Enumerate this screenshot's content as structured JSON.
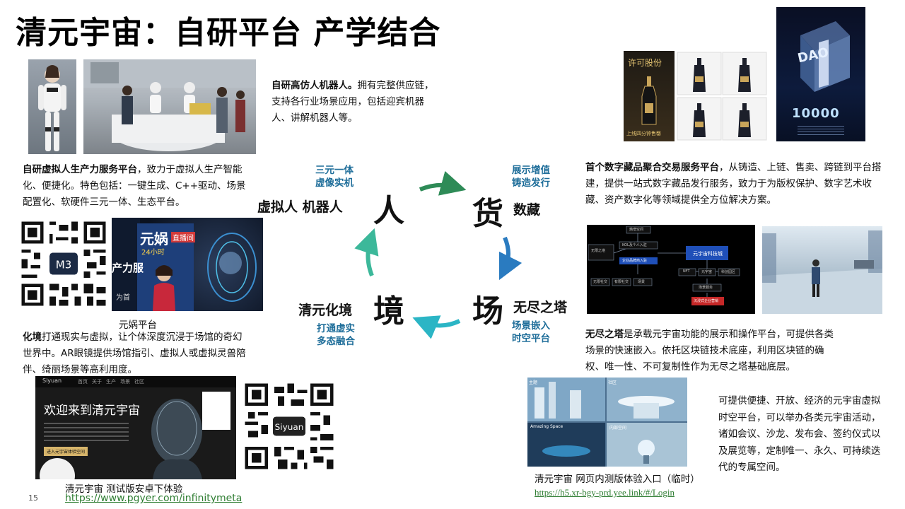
{
  "title": "清元宇宙：自研平台 产学结合",
  "page_number": "15",
  "robot": {
    "bold": "自研高仿人机器人。",
    "text": "拥有完整供应链，支持各行业场景应用，包括迎宾机器人、讲解机器人等。"
  },
  "virtual_human": {
    "bold": "自研虚拟人生产力服务平台",
    "text": "，致力于虚拟人生产智能化、便捷化。特色包括：一键生成、C++驱动、场景配置化、软硬件三元一体、生态平台。"
  },
  "yuanmi": {
    "caption": "元娲平台",
    "screen_title": "元娲",
    "screen_sub1": "直播间",
    "screen_sub2": "24小时",
    "screen_side": "产力服",
    "screen_side2": "为首"
  },
  "huajing": {
    "bold": "化境",
    "text": "打通现实与虚拟，让个体深度沉浸于场馆的奇幻世界中。AR眼镜提供场馆指引、虚拟人或虚拟灵兽陪伴、绮丽场景等高利用度。"
  },
  "cycle": {
    "ren": "人",
    "huo": "货",
    "chang": "场",
    "jing": "境",
    "ren_label": "虚拟人 机器人",
    "ren_tag1": "三元一体",
    "ren_tag2": "虚像实机",
    "huo_label": "数藏",
    "huo_tag1": "展示增值",
    "huo_tag2": "铸造发行",
    "chang_label": "无尽之塔",
    "chang_tag1": "场景嵌入",
    "chang_tag2": "时空平台",
    "jing_label": "清元化境",
    "jing_tag1": "打通虚实",
    "jing_tag2": "多态融合"
  },
  "nft": {
    "bold": "首个数字藏品聚合交易服务平台",
    "text": "，从铸造、上链、售卖、跨链到平台搭建，提供一站式数字藏品发行服务，致力于为版权保护、数字艺术收藏、资产数字化等领域提供全方位解决方案。",
    "poster_left_title": "许可股份",
    "poster_left_foot": "上线四分钟售罄",
    "dao_text": "DAO",
    "dao_number": "10000"
  },
  "tower": {
    "bold": "无尽之塔",
    "text": "是承载元宇宙功能的展示和操作平台，可提供各类场景的快速嵌入。依托区块链技术底座，利用区块链的确权、唯一性、不可复制性作为无尽之塔基础底层。",
    "diagram_center": "元宇宙科技城",
    "diagram_top": "熵增空间",
    "diagram_left1": "无限之塔",
    "diagram_left2": "KOL及个人入驻",
    "diagram_left3": "企业品牌商入驻",
    "diagram_b1": "NFT",
    "diagram_b2": "元宇宙",
    "diagram_b3": "科创园区",
    "diagram_b4": "场景服务",
    "diagram_red": "沉浸式企业营销",
    "diagram_bl1": "无限社交",
    "diagram_bl2": "有限社交",
    "diagram_bl3": "场景"
  },
  "metaverse": {
    "text": "可提供便捷、开放、经济的元宇宙虚拟时空平台，可以举办各类元宇宙活动，诸如会议、沙龙、发布会、签约仪式以及展览等，定制唯一、永久、可持续迭代的专属空间。",
    "caption": "清元宇宙 网页内测版体验入口（临时）",
    "link": "https://h5.xr-bgy-prd.yee.link/#/Login",
    "thumb1": "Amazing Space",
    "thumb2": "内部空间",
    "thumb_top1": "主题",
    "thumb_top2": "社区"
  },
  "android": {
    "welcome": "欢迎来到清元宇宙",
    "brand": "Siyuan",
    "nav": [
      "首页",
      "关于",
      "生产",
      "场景",
      "社区"
    ],
    "button": "进入元宇宙体验空间",
    "caption": "清元宇宙 测试版安卓下体验",
    "link": "https://www.pgyer.com/infinitymeta"
  },
  "colors": {
    "arrow_green": "#2e8b57",
    "arrow_blue": "#2a7bc0",
    "arrow_cyan": "#2bb5c5",
    "arrow_teal": "#3cb89a",
    "tag_blue": "#1f6e9a"
  }
}
